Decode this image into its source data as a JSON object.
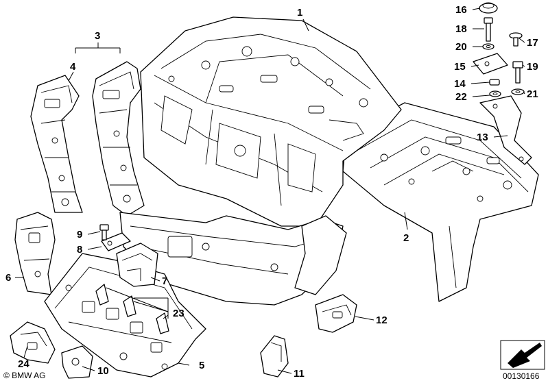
{
  "callouts": {
    "c1": "1",
    "c2": "2",
    "c3": "3",
    "c4": "4",
    "c5": "5",
    "c6": "6",
    "c7": "7",
    "c8": "8",
    "c9": "9",
    "c10": "10",
    "c11": "11",
    "c12": "12",
    "c13": "13",
    "c14": "14",
    "c15": "15",
    "c16": "16",
    "c17": "17",
    "c18": "18",
    "c19": "19",
    "c20": "20",
    "c21": "21",
    "c22": "22",
    "c23": "23",
    "c24": "24"
  },
  "footer": {
    "copyright": "© BMW AG",
    "diagram_number": "00130166"
  }
}
